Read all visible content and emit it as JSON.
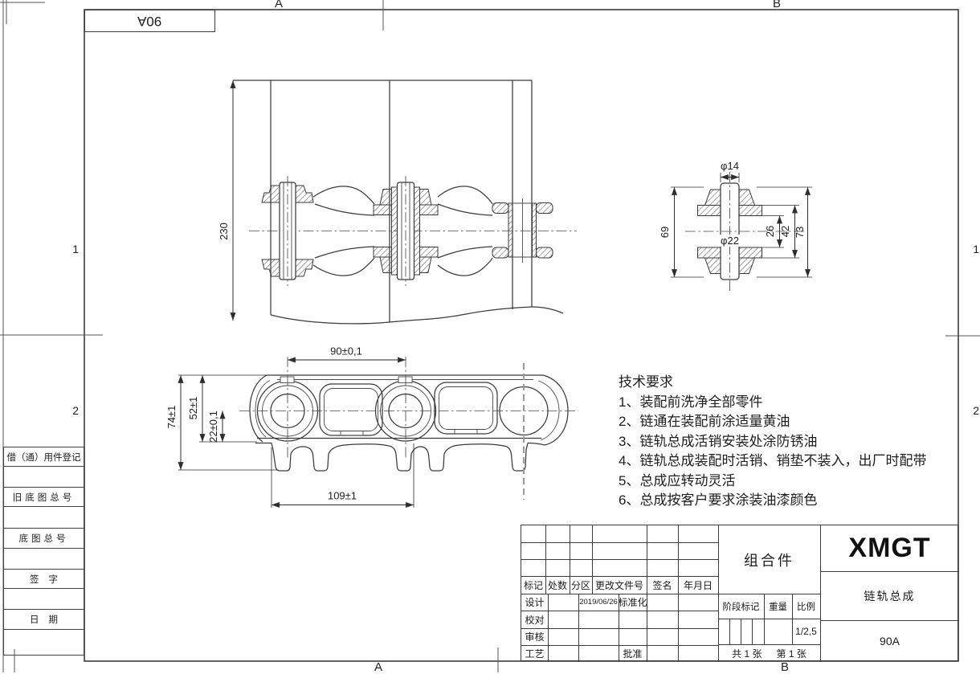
{
  "sheet": {
    "corner_label": "90A",
    "zones": {
      "top": [
        "A",
        "B"
      ],
      "bottom": [
        "A",
        "B"
      ],
      "left": [
        "1",
        "2"
      ],
      "right": [
        "1",
        "2"
      ]
    }
  },
  "margin_labels": {
    "borrow_record": "借（通）用件登记",
    "old_drawing_no": "旧底图总号",
    "drawing_no": "底图总号",
    "signature": "签字",
    "date": "日期"
  },
  "tech_requirements": {
    "title": "技术要求",
    "items": [
      "1、装配前洗净全部零件",
      "2、链通在装配前涂适量黄油",
      "3、链轨总成活销安装处涂防锈油",
      "4、链轨总成装配时活销、销垫不装入，出厂时配带",
      "5、总成应转动灵活",
      "6、总成按客户要求涂装油漆颜色"
    ]
  },
  "dimensions": {
    "top_view": {
      "shoe_width": "230"
    },
    "pin_detail": {
      "pin_dia": "φ14",
      "bushing_len": "69",
      "bushing_dia": "φ22",
      "inner_len": "26",
      "mid_len": "42",
      "outer_len": "73"
    },
    "link_view": {
      "pitch": "90±0,1",
      "link_height": "74±1",
      "rail_height": "52±1",
      "rail_offset": "22±0,1",
      "base_length": "109±1"
    }
  },
  "title_block": {
    "revision_headers": [
      "标记",
      "处数",
      "分区",
      "更改文件号",
      "签名",
      "年月日"
    ],
    "approval_rows": [
      {
        "label": "设计",
        "date": "2019/06/26",
        "label2": "标准化"
      },
      {
        "label": "校对"
      },
      {
        "label": "审核"
      },
      {
        "label": "工艺",
        "label2": "批准"
      }
    ],
    "part_type": "组合件",
    "company_logo": "XMGT",
    "part_name": "链轨总成",
    "part_number": "90A",
    "stage_label": "阶段标记",
    "weight_label": "重量",
    "scale_label": "比例",
    "scale_value": "1/2,5",
    "total_sheets": "共 1 张",
    "sheet_number": "第 1 张"
  },
  "colors": {
    "line": "#3c3c3c",
    "text": "#1f1f1f",
    "background": "#ffffff"
  }
}
